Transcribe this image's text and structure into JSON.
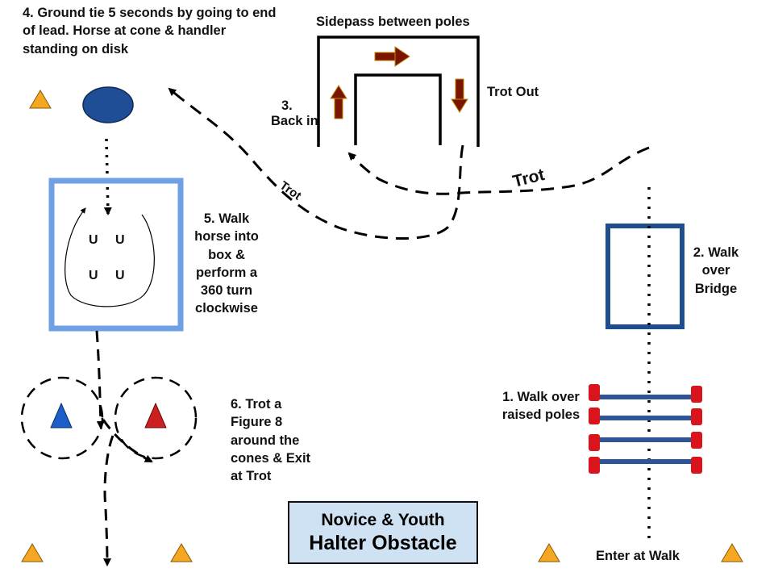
{
  "title": {
    "line1": "Novice & Youth",
    "line2": "Halter Obstacle"
  },
  "labels": {
    "ground_tie": "4. Ground tie 5 seconds by going to end of lead. Horse at cone & handler standing on disk",
    "sidepass": "Sidepass between poles",
    "trot_out": "Trot Out",
    "back_in_num": "3.",
    "back_in": "Back in",
    "trot_right": "Trot",
    "trot_left": "Trot",
    "walk_bridge": "2. Walk over Bridge",
    "walk_box": "5. Walk horse into box & perform a 360 turn clockwise",
    "raised_poles": "1. Walk over raised poles",
    "figure8": "6. Trot a Figure 8 around the cones & Exit at Trot",
    "enter": "Enter at Walk",
    "u_marks": [
      "U",
      "U",
      "U",
      "U"
    ]
  },
  "colors": {
    "cone_orange": "#f5a623",
    "cone_blue": "#1c5fc9",
    "cone_red": "#cc1f1f",
    "disk_blue": "#1f4e96",
    "box_light_blue": "#6fa0e6",
    "bridge_navy": "#1f4e8c",
    "pole_blue": "#2f5597",
    "post_red": "#d9141c",
    "arrow_maroon": "#7b1500",
    "title_bg": "#cfe2f3"
  }
}
